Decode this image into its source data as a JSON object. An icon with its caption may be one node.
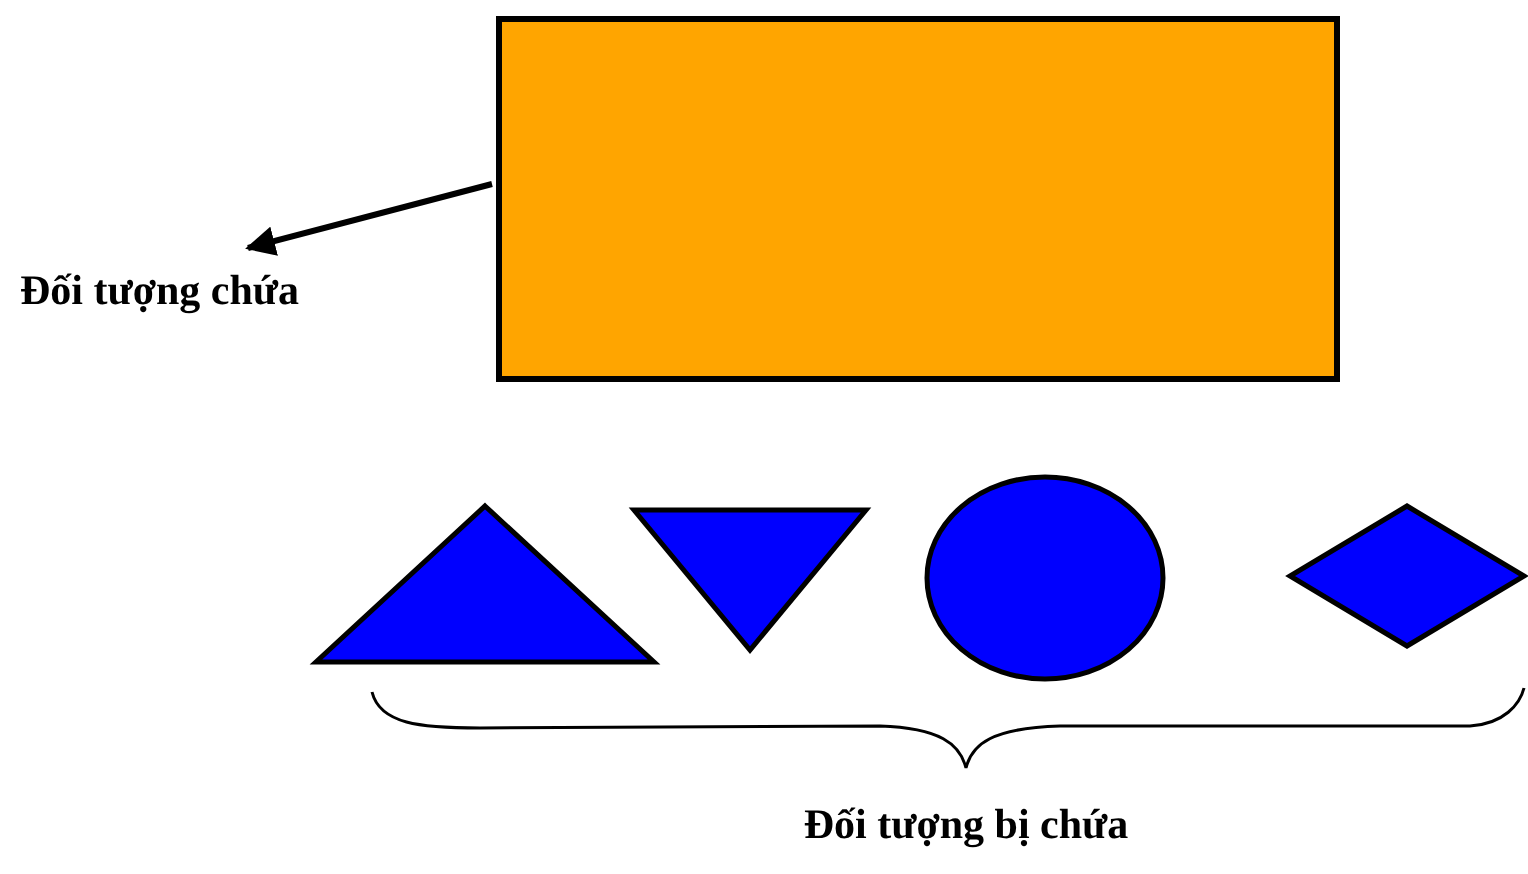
{
  "diagram": {
    "nodes": [
      {
        "text": [],
        "shape": "box"
      },
      {
        "text": [
          "Đối tượng chứa"
        ]
      },
      {
        "text": [],
        "shape": "triangle"
      },
      {
        "text": [],
        "shape": "triangle"
      },
      {
        "text": [],
        "shape": "circle"
      },
      {
        "text": [],
        "shape": "diamond"
      }
    ],
    "edges": [
      {
        "from": 0,
        "to": 1,
        "arrow": "to"
      }
    ],
    "labels": [
      "Đối tượng bị chứa"
    ]
  }
}
